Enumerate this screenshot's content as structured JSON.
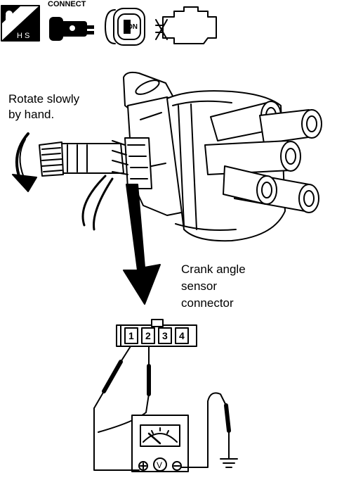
{
  "icons": {
    "hot_start_text": "H S",
    "connect_label": "CONNECT",
    "ignition_label": "ON",
    "names": [
      "hot-start-icon",
      "connect-icon",
      "ignition-key-icon",
      "engine-icon"
    ]
  },
  "labels": {
    "rotate_line1": "Rotate slowly",
    "rotate_line2": "by hand.",
    "sensor_line1": "Crank angle",
    "sensor_line2": "sensor",
    "sensor_line3": "connector"
  },
  "connector": {
    "pins": [
      "1",
      "2",
      "3",
      "4"
    ]
  }
}
